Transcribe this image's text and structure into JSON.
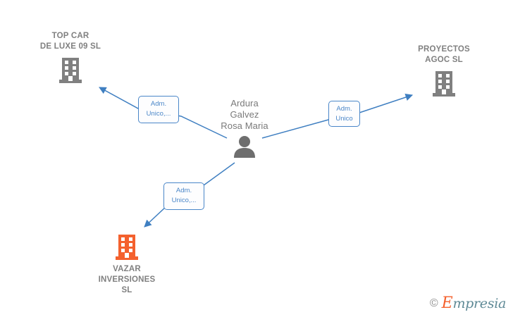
{
  "diagram": {
    "type": "relationship-graph",
    "background_color": "#ffffff",
    "edge_color": "#3f7fc1",
    "company_icon_color": "#808080",
    "company_icon_highlight_color": "#f4612e",
    "person_icon_color": "#6e6e6e",
    "label_text_color": "#808080",
    "relation_box_border_color": "#4a86c8",
    "relation_box_text_color": "#4a86c8"
  },
  "center_node": {
    "id": "person-ardura-galvez-rosa-maria",
    "name": "Ardura\nGalvez\nRosa Maria",
    "icon": "person-icon",
    "type": "person"
  },
  "company_nodes": [
    {
      "id": "company-top-car-de-luxe-09-sl",
      "name": "TOP CAR\nDE LUXE 09 SL",
      "icon": "building-icon",
      "icon_color": "#808080",
      "highlighted": false,
      "position": "top-left"
    },
    {
      "id": "company-proyectos-agoc-sl",
      "name": "PROYECTOS\nAGOC  SL",
      "icon": "building-icon",
      "icon_color": "#808080",
      "highlighted": false,
      "position": "top-right"
    },
    {
      "id": "company-vazar-inversiones-sl",
      "name": "VAZAR\nINVERSIONES\nSL",
      "icon": "building-icon",
      "icon_color": "#f4612e",
      "highlighted": true,
      "position": "bottom-left"
    }
  ],
  "relations": [
    {
      "id": "relation-top-car",
      "label": "Adm.\nUnico,...",
      "from": "person-ardura-galvez-rosa-maria",
      "to": "company-top-car-de-luxe-09-sl"
    },
    {
      "id": "relation-proyectos-agoc",
      "label": "Adm.\nUnico",
      "from": "person-ardura-galvez-rosa-maria",
      "to": "company-proyectos-agoc-sl"
    },
    {
      "id": "relation-vazar",
      "label": "Adm.\nUnico,...",
      "from": "person-ardura-galvez-rosa-maria",
      "to": "company-vazar-inversiones-sl"
    }
  ],
  "watermark": {
    "copyright_symbol": "©",
    "brand_first_letter": "E",
    "brand_rest": "mpresia"
  }
}
